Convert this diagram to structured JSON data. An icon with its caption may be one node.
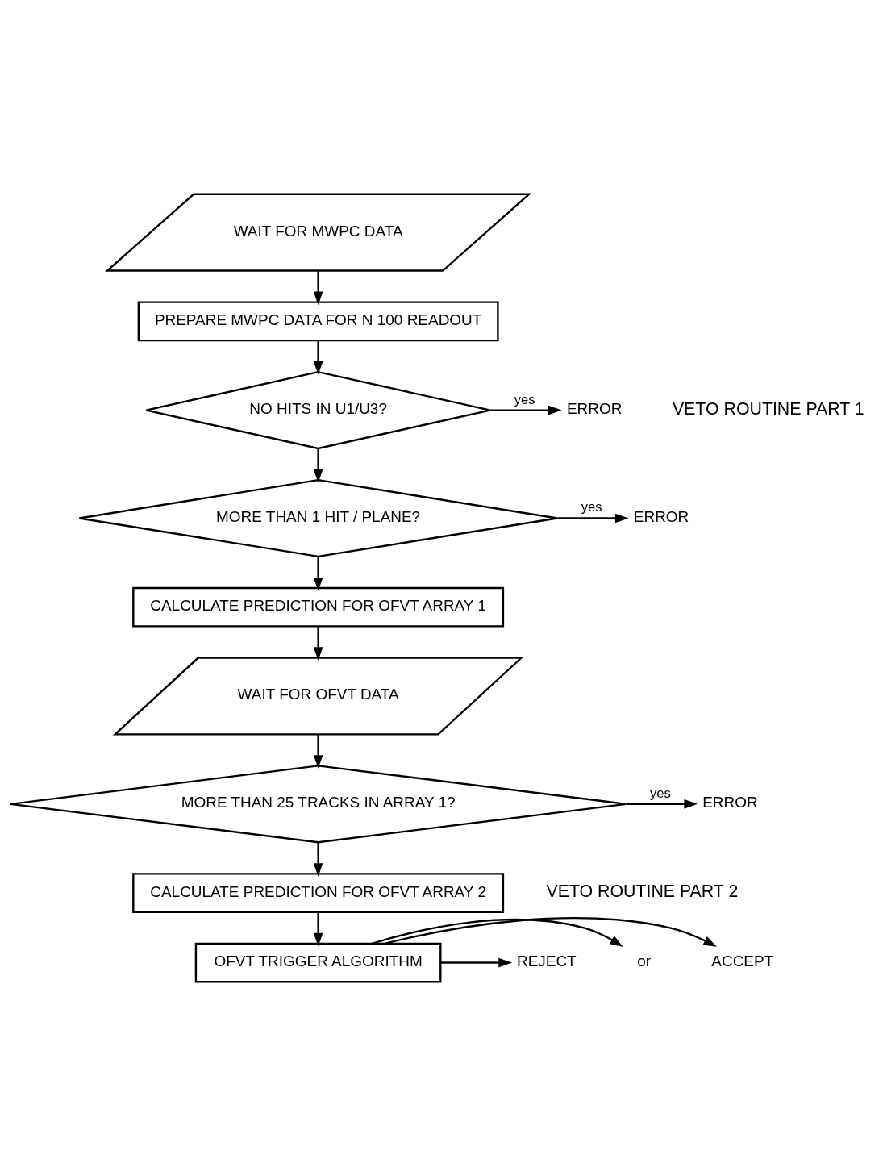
{
  "diagram": {
    "nodes": [
      {
        "text": [
          "WAIT FOR MWPC DATA"
        ]
      },
      {
        "text": [
          "PREPARE MWPC DATA FOR N 100 READOUT"
        ]
      },
      {
        "text": [
          "NO HITS IN U1/U3?"
        ]
      },
      {
        "text": [
          "ERROR"
        ]
      },
      {
        "text": [
          "MORE THAN 1 HIT / PLANE?"
        ]
      },
      {
        "text": [
          "ERROR"
        ]
      },
      {
        "text": [
          "CALCULATE PREDICTION FOR OFVT ARRAY 1"
        ]
      },
      {
        "text": [
          "WAIT FOR OFVT DATA"
        ]
      },
      {
        "text": [
          "MORE THAN 25 TRACKS IN ARRAY 1?"
        ]
      },
      {
        "text": [
          "ERROR"
        ]
      },
      {
        "text": [
          "CALCULATE PREDICTION FOR OFVT ARRAY 2"
        ]
      },
      {
        "text": [
          "OFVT TRIGGER ALGORITHM"
        ]
      },
      {
        "text": [
          "ACCEPT"
        ]
      },
      {
        "text": [
          "or"
        ]
      },
      {
        "text": [
          "REJECT"
        ]
      }
    ],
    "edges": [
      {
        "from": 0,
        "to": 1,
        "arrow": "to"
      },
      {
        "from": 1,
        "to": 2,
        "arrow": "to"
      },
      {
        "from": 2,
        "to": 3,
        "arrow": "to",
        "label": "yes"
      },
      {
        "from": 2,
        "to": 4,
        "arrow": "to"
      },
      {
        "from": 4,
        "to": 5,
        "arrow": "to",
        "label": "yes"
      },
      {
        "from": 4,
        "to": 6,
        "arrow": "to"
      },
      {
        "from": 6,
        "to": 7,
        "arrow": "to"
      },
      {
        "from": 7,
        "to": 8,
        "arrow": "to"
      },
      {
        "from": 8,
        "to": 9,
        "arrow": "to",
        "label": "yes"
      },
      {
        "from": 8,
        "to": 10,
        "arrow": "to"
      },
      {
        "from": 10,
        "to": 11,
        "arrow": "to"
      },
      {
        "from": 11,
        "to": 12,
        "arrow": "to"
      },
      {
        "from": 11,
        "to": 13,
        "arrow": "to"
      },
      {
        "from": 11,
        "to": 14,
        "arrow": "to"
      }
    ],
    "labels": [
      "VETO ROUTINE PART 1",
      "VETO ROUTINE PART 2"
    ]
  }
}
